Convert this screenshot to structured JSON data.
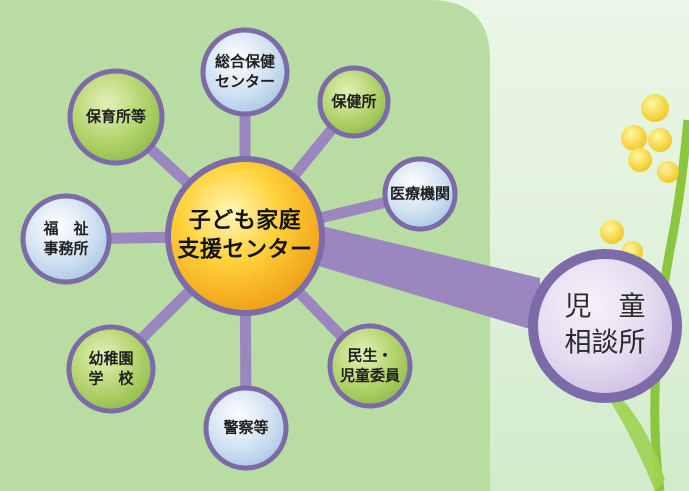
{
  "center": {
    "line1": "子ども家庭",
    "line2": "支援センター"
  },
  "target": {
    "line1": "児　童",
    "line2": "相談所"
  },
  "satellites": [
    {
      "id": "sogo-hoken",
      "line1": "総合保健",
      "line2": "センター",
      "color": "blue"
    },
    {
      "id": "hokensho",
      "line1": "保健所",
      "line2": "",
      "color": "green"
    },
    {
      "id": "iryo",
      "line1": "医療機関",
      "line2": "",
      "color": "blue"
    },
    {
      "id": "minsei",
      "line1": "民生・",
      "line2": "児童委員",
      "color": "green"
    },
    {
      "id": "keisatsu",
      "line1": "警察等",
      "line2": "",
      "color": "blue"
    },
    {
      "id": "yochien",
      "line1": "幼稚園",
      "line2": "学　校",
      "color": "green"
    },
    {
      "id": "fukushi",
      "line1": "福　祉",
      "line2": "事務所",
      "color": "blue"
    },
    {
      "id": "hoikusho",
      "line1": "保育所等",
      "line2": "",
      "color": "green"
    }
  ],
  "colors": {
    "blue_fill": "#c7dcef",
    "green_fill": "#a9cc62",
    "center_fill": "#f6b21a",
    "target_fill": "#9b86bf",
    "spoke": "#9b86bf",
    "ring": "#7d6aa8"
  }
}
